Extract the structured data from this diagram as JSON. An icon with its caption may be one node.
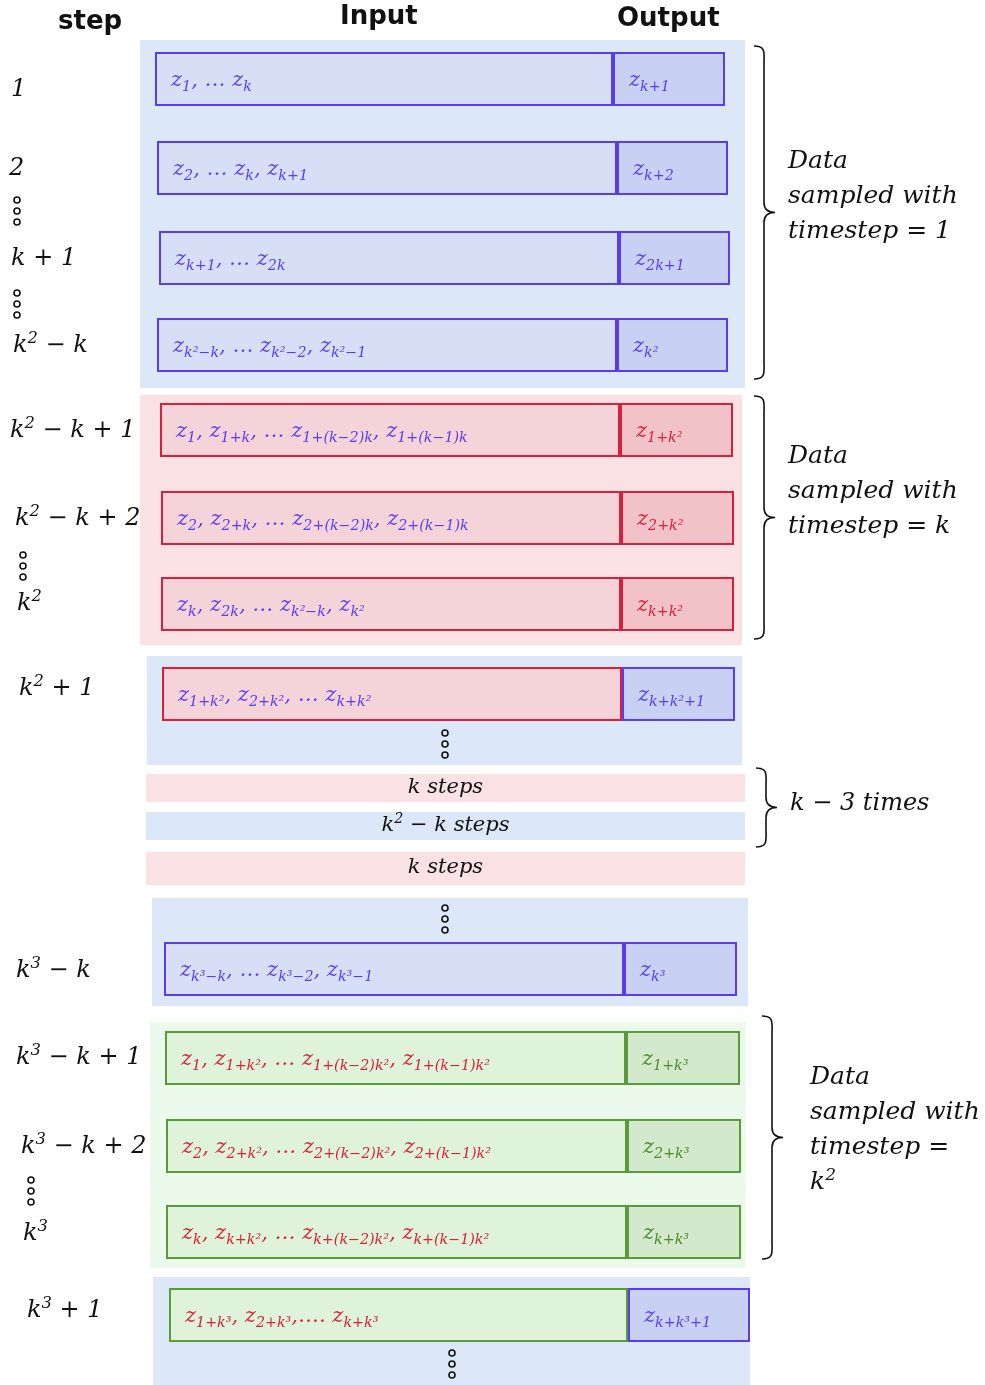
{
  "diagram": {
    "nodes": [
      {
        "text": [],
        "shape": "box"
      },
      {
        "text": [
          "z$_{1}$, … z$_{k}$"
        ],
        "in": 0
      },
      {
        "text": [
          "z$_{k+1}$"
        ],
        "in": 0
      },
      {
        "text": [
          "z$_{2}$, … z$_{k}$, z$_{k+1}$"
        ],
        "in": 0
      },
      {
        "text": [
          "z$_{k+2}$"
        ],
        "in": 0
      },
      {
        "text": [
          "z$_{k+1}$, … z$_{2k}$"
        ],
        "in": 0
      },
      {
        "text": [
          "z$_{2k+1}$"
        ],
        "in": 0
      },
      {
        "text": [
          "z$_{k²−k}$, … z$_{k²−2}$, z$_{k²−1}$"
        ],
        "in": 0
      },
      {
        "text": [
          "z$_{k²}$"
        ],
        "in": 0
      },
      {
        "text": [],
        "shape": "box"
      },
      {
        "text": [
          "z$_{1}$, z$_{1+k}$, … z$_{1+(k−2)k}$, z$_{1+(k−1)k}$"
        ],
        "in": 9
      },
      {
        "text": [
          "z$_{1+k²}$"
        ],
        "in": 9
      },
      {
        "text": [
          "z$_{2}$, z$_{2+k}$, … z$_{2+(k−2)k}$, z$_{2+(k−1)k}$"
        ],
        "in": 9
      },
      {
        "text": [
          "z$_{2+k²}$"
        ],
        "in": 9
      },
      {
        "text": [
          "z$_{k}$, z$_{2k}$, … z$_{k²−k}$, z$_{k²}$"
        ],
        "in": 9
      },
      {
        "text": [
          "z$_{k+k²}$"
        ],
        "in": 9
      },
      {
        "text": [],
        "shape": "box"
      },
      {
        "text": [
          "z$_{1+k²}$, z$_{2+k²}$, … z$_{k+k²}$"
        ],
        "in": 16
      },
      {
        "text": [
          "z$_{k+k²+1}$"
        ],
        "in": 16
      },
      {
        "text": [
          "k steps"
        ]
      },
      {
        "text": [
          "k$^{2}$ − k steps"
        ]
      },
      {
        "text": [
          "k steps"
        ]
      },
      {
        "text": [],
        "shape": "box"
      },
      {
        "text": [
          "z$_{k³−k}$, … z$_{k³−2}$, z$_{k³−1}$"
        ],
        "in": 22
      },
      {
        "text": [
          "z$_{k³}$"
        ],
        "in": 22
      },
      {
        "text": [],
        "shape": "box"
      },
      {
        "text": [
          "z$_{1}$, z$_{1+k²}$, … z$_{1+(k−2)k²}$, z$_{1+(k−1)k²}$"
        ],
        "in": 25
      },
      {
        "text": [
          "z$_{1+k³}$"
        ],
        "in": 25
      },
      {
        "text": [
          "z$_{2}$, z$_{2+k²}$, … z$_{2+(k−2)k²}$, z$_{2+(k−1)k²}$"
        ],
        "in": 25
      },
      {
        "text": [
          "z$_{2+k³}$"
        ],
        "in": 25
      },
      {
        "text": [
          "z$_{k}$, z$_{k+k²}$, … z$_{k+(k−2)k²}$, z$_{k+(k−1)k²}$"
        ],
        "in": 25
      },
      {
        "text": [
          "z$_{k+k³}$"
        ],
        "in": 25
      },
      {
        "text": [],
        "shape": "box"
      },
      {
        "text": [
          "z$_{1+k³}$, z$_{2+k³}$,…. z$_{k+k³}$"
        ],
        "in": 32
      },
      {
        "text": [
          "z$_{k+k³+1}$"
        ],
        "in": 32
      }
    ],
    "labels": [
      "step",
      "Input",
      "Output",
      "1",
      "Data sampled with timestep = 1",
      "2",
      "k + 1",
      "k$^{2}$ − k",
      "k$^{2}$ − k + 1",
      "Data sampled with timestep = k",
      "k$^{2}$ − k + 2",
      "k$^{2}$",
      "k$^{2}$ + 1",
      "k − 3 times",
      "k$^{3}$ − k",
      "k$^{3}$ − k + 1",
      "Data sampled with timestep = k$^{2}$",
      "k$^{3}$ − k + 2",
      "k$^{3}$",
      "k$^{3}$ + 1"
    ]
  }
}
